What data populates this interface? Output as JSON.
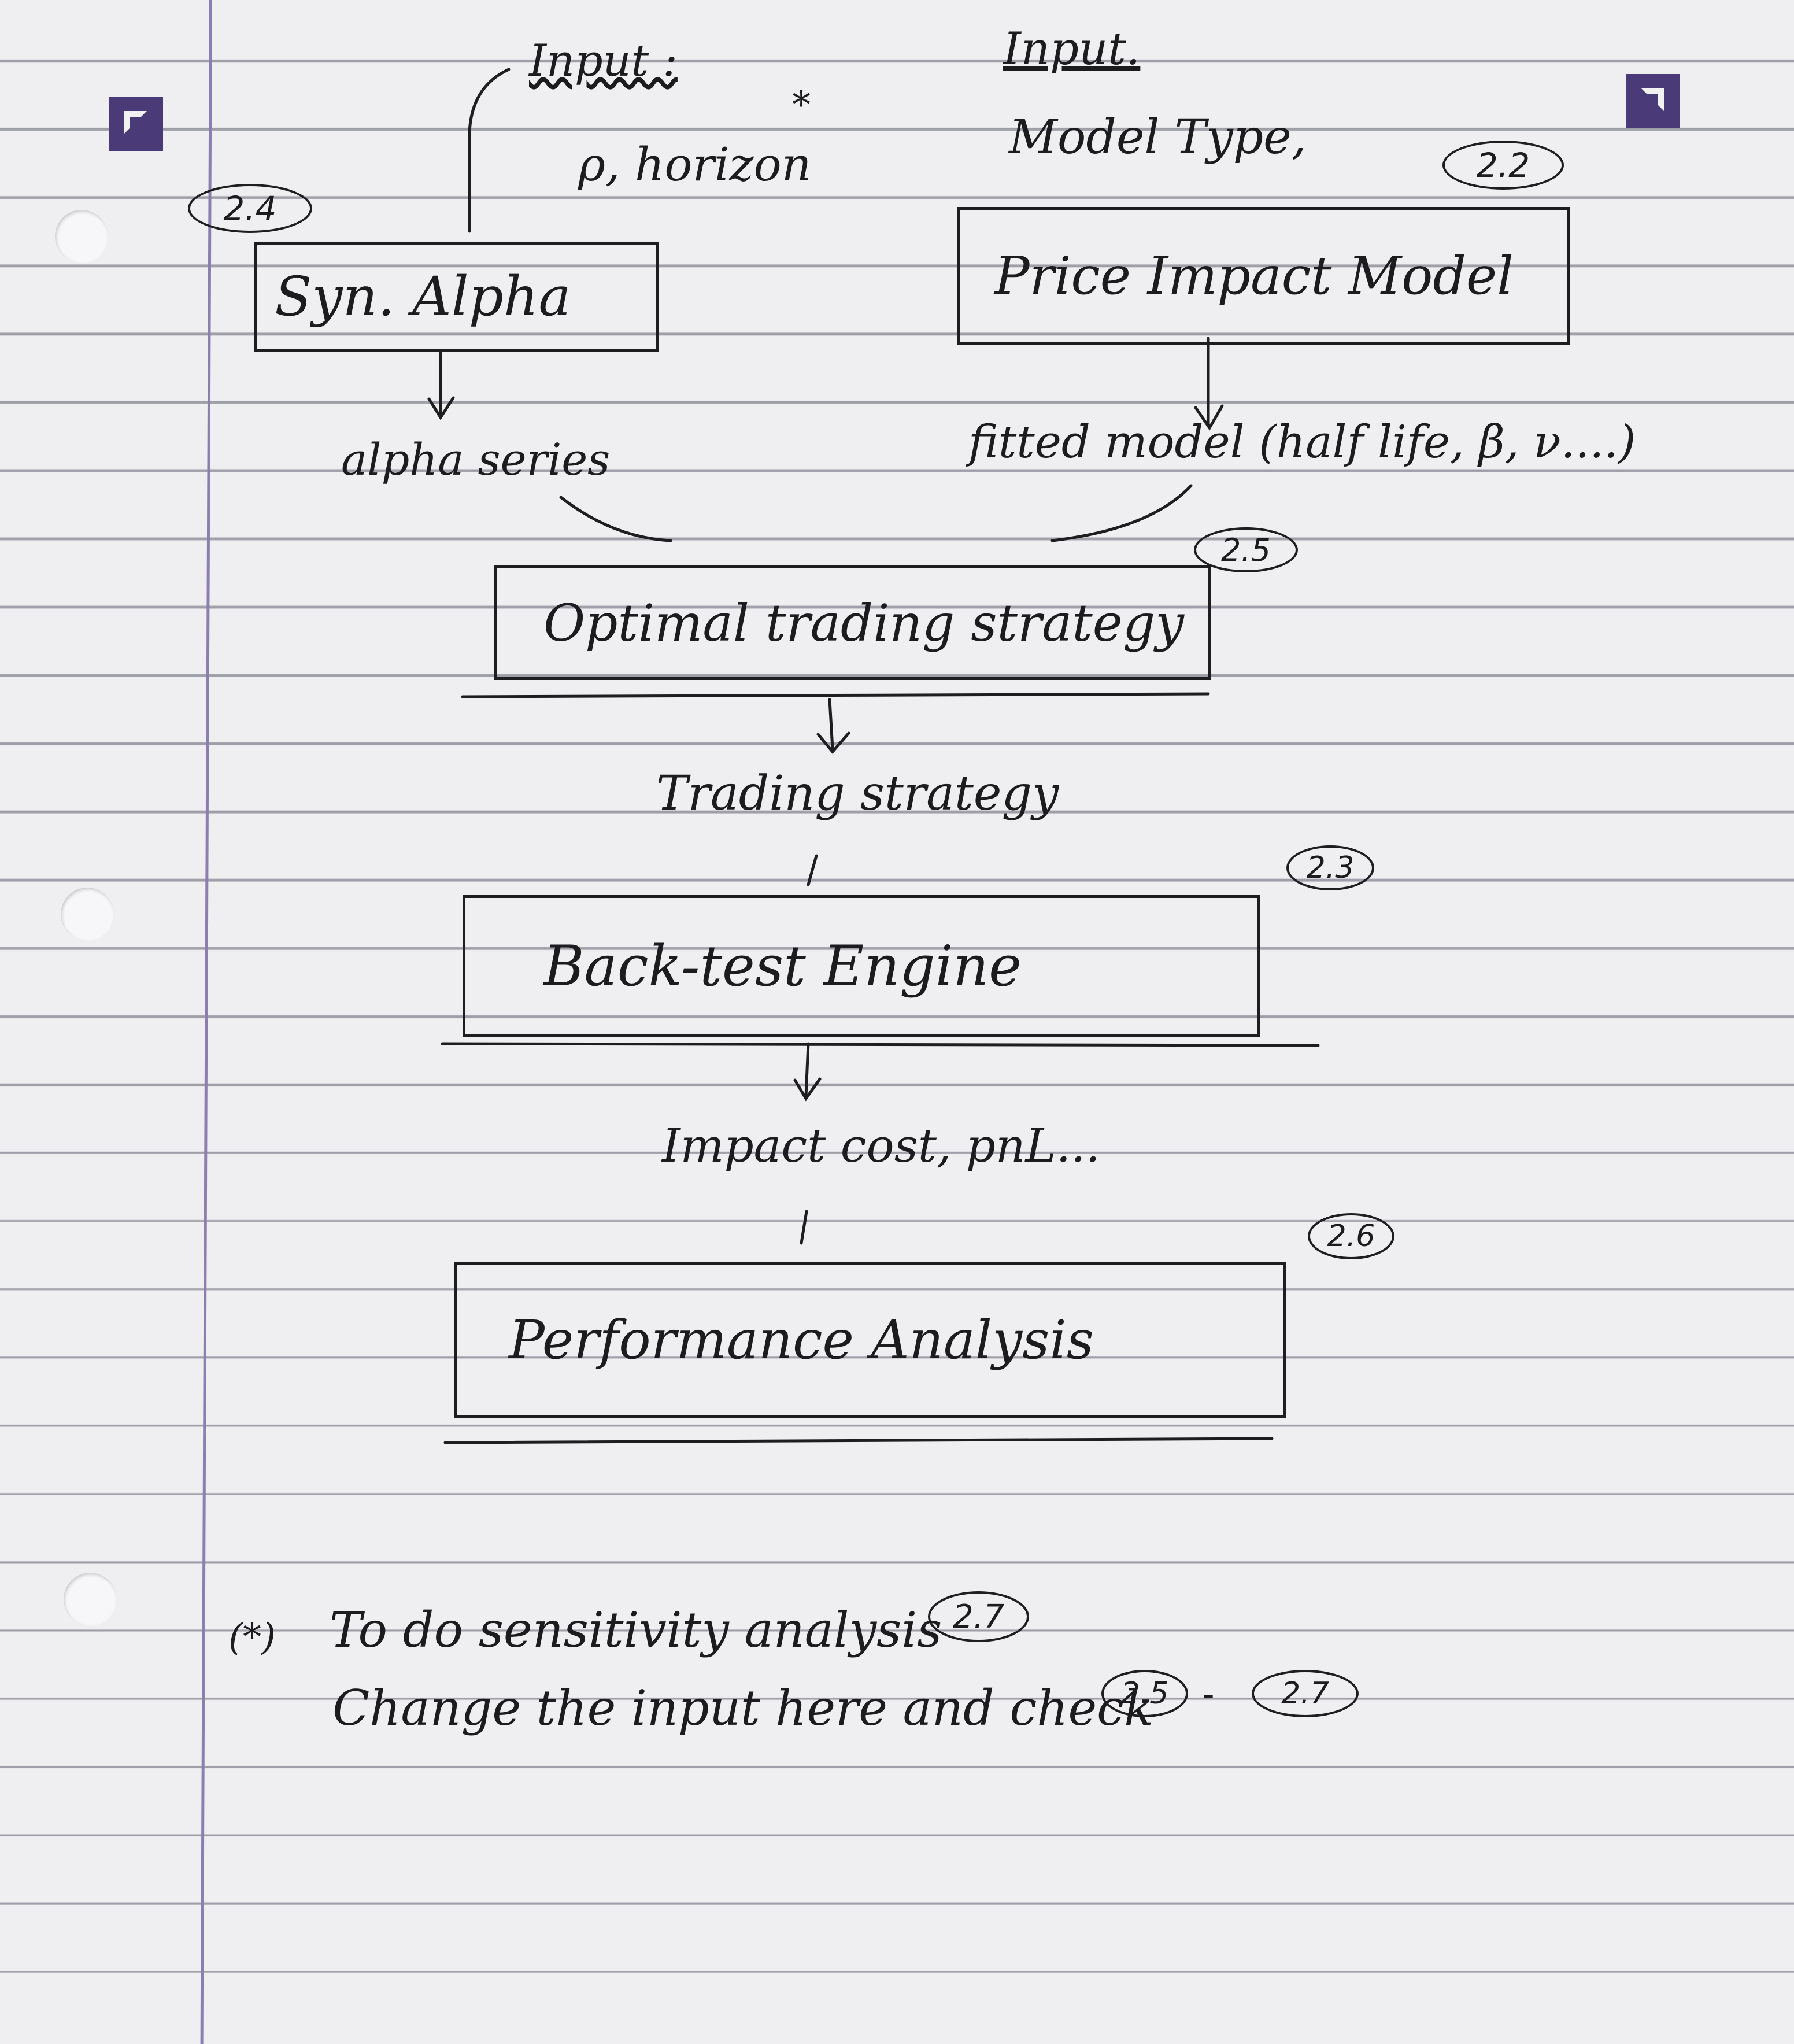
{
  "diagram": {
    "nodes": {
      "syn_alpha": {
        "label": "Syn. Alpha",
        "badge": "2.4",
        "input_heading": "Input :",
        "input_text": "ρ, horizon",
        "input_mark": "*"
      },
      "price_impact_model": {
        "label": "Price Impact Model",
        "badge": "2.2",
        "input_heading": "Input.",
        "input_text": "Model Type,"
      },
      "optimal_trading_strategy": {
        "label": "Optimal trading strategy",
        "badge": "2.5"
      },
      "back_test_engine": {
        "label": "Back-test Engine",
        "badge": "2.3"
      },
      "performance_analysis": {
        "label": "Performance Analysis",
        "badge": "2.6"
      }
    },
    "edge_labels": {
      "alpha_series": "alpha series",
      "fitted_model": "fitted model (half life, β, ν....)",
      "trading_strategy": "Trading strategy",
      "impact_cost": "Impact cost, pnL..."
    },
    "note": {
      "marker": "(*)",
      "line1": "To do sensitivity analysis",
      "line1_ref": "2.7",
      "line2": "Change the input here and check",
      "line2_ref_a": "2.5",
      "line2_ref_sep": "-",
      "line2_ref_b": "2.7"
    }
  }
}
